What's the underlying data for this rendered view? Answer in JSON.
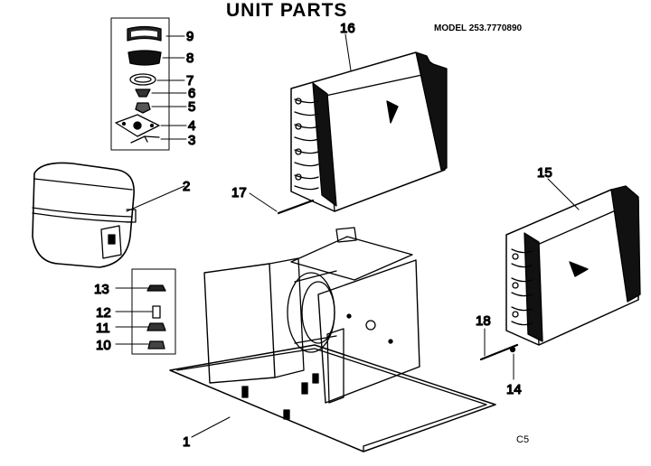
{
  "title": "UNIT PARTS",
  "model": "MODEL 253.7770890",
  "page_code": "C5",
  "callouts": {
    "c1": "1",
    "c2": "2",
    "c3": "3",
    "c4": "4",
    "c5": "5",
    "c6": "6",
    "c7": "7",
    "c8": "8",
    "c9": "9",
    "c10": "10",
    "c11": "11",
    "c12": "12",
    "c13": "13",
    "c14": "14",
    "c15": "15",
    "c16": "16",
    "c17": "17",
    "c18": "18"
  }
}
